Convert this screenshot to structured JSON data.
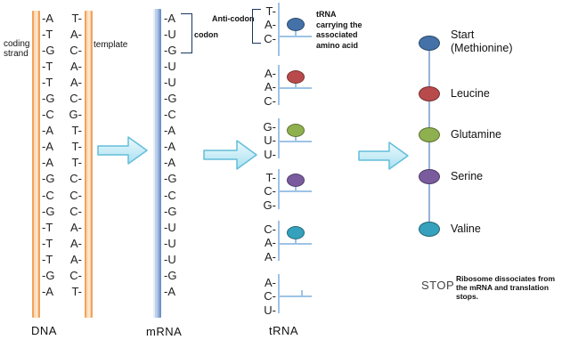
{
  "labels": {
    "dna": "DNA",
    "mrna": "mRNA",
    "trna": "tRNA",
    "coding_strand": "coding strand",
    "template": "template",
    "codon": "codon",
    "anticodon": "Anti-codon",
    "trna_note": "tRNA carrying the associated amino acid",
    "stop": "STOP",
    "stop_note": "Ribosome dissociates from the mRNA and translation stops."
  },
  "colors": {
    "dna_strand_fill": "#fcd9b4",
    "dna_strand_border": "#f0a35e",
    "mrna_strand_fill": "#bccfeb",
    "connector_line": "#9dc3e6",
    "arrow_fill": "#a9e1f1",
    "arrow_border": "#63bdd9",
    "bracket": "#17375e"
  },
  "dna": {
    "pairs": [
      {
        "c": "-A",
        "t": "T-"
      },
      {
        "c": "-T",
        "t": "A-"
      },
      {
        "c": "-G",
        "t": "C-"
      },
      {
        "c": "-T",
        "t": "A-"
      },
      {
        "c": "-T",
        "t": "A-"
      },
      {
        "c": "-G",
        "t": "C-"
      },
      {
        "c": "-C",
        "t": "G-"
      },
      {
        "c": "-A",
        "t": "T-"
      },
      {
        "c": "-A",
        "t": "T-"
      },
      {
        "c": "-A",
        "t": "T-"
      },
      {
        "c": "-G",
        "t": "C-"
      },
      {
        "c": "-C",
        "t": "C-"
      },
      {
        "c": "-G",
        "t": "C-"
      },
      {
        "c": "-T",
        "t": "A-"
      },
      {
        "c": "-T",
        "t": "A-"
      },
      {
        "c": "-T",
        "t": "A-"
      },
      {
        "c": "-G",
        "t": "C-"
      },
      {
        "c": "-A",
        "t": "T-"
      }
    ]
  },
  "mrna": {
    "bases": [
      "-A",
      "-U",
      "-G",
      "-U",
      "-U",
      "-G",
      "-C",
      "-A",
      "-A",
      "-A",
      "-G",
      "-C",
      "-G",
      "-U",
      "-U",
      "-U",
      "-G",
      "-A"
    ]
  },
  "trna": {
    "units": [
      {
        "anticodon": [
          "T-",
          "A-",
          "C-"
        ],
        "color": "#4472a8",
        "has_amino_acid": true
      },
      {
        "anticodon": [
          "A-",
          "A-",
          "C-"
        ],
        "color": "#b94a4c",
        "has_amino_acid": true
      },
      {
        "anticodon": [
          "G-",
          "U-",
          "U-"
        ],
        "color": "#8fb04e",
        "has_amino_acid": true
      },
      {
        "anticodon": [
          "T-",
          "C-",
          "G-"
        ],
        "color": "#7a5c9e",
        "has_amino_acid": true
      },
      {
        "anticodon": [
          "C-",
          "A-",
          "A-"
        ],
        "color": "#35a1bc",
        "has_amino_acid": true
      },
      {
        "anticodon": [
          "A-",
          "C-",
          "U-"
        ],
        "color": null,
        "has_amino_acid": false
      }
    ]
  },
  "protein": {
    "amino_acids": [
      {
        "name": "Start (Methionine)",
        "color": "#4472a8"
      },
      {
        "name": "Leucine",
        "color": "#b94a4c"
      },
      {
        "name": "Glutamine",
        "color": "#8fb04e"
      },
      {
        "name": "Serine",
        "color": "#7a5c9e"
      },
      {
        "name": "Valine",
        "color": "#35a1bc"
      }
    ]
  }
}
